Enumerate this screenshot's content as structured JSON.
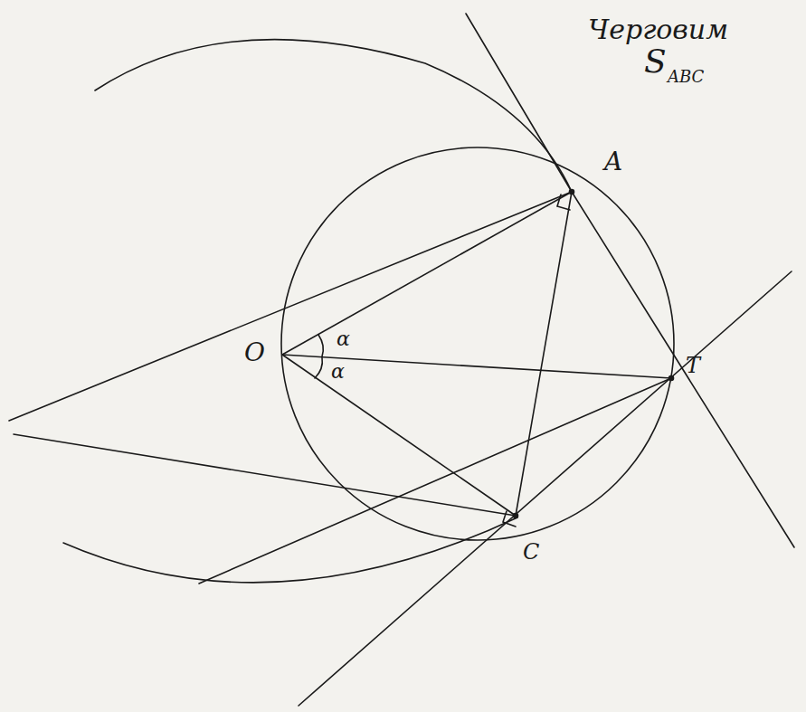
{
  "diagram": {
    "labels": [
      "Черговим",
      "S",
      "ABC",
      "A",
      "O",
      "α",
      "α",
      "T",
      "C"
    ]
  }
}
